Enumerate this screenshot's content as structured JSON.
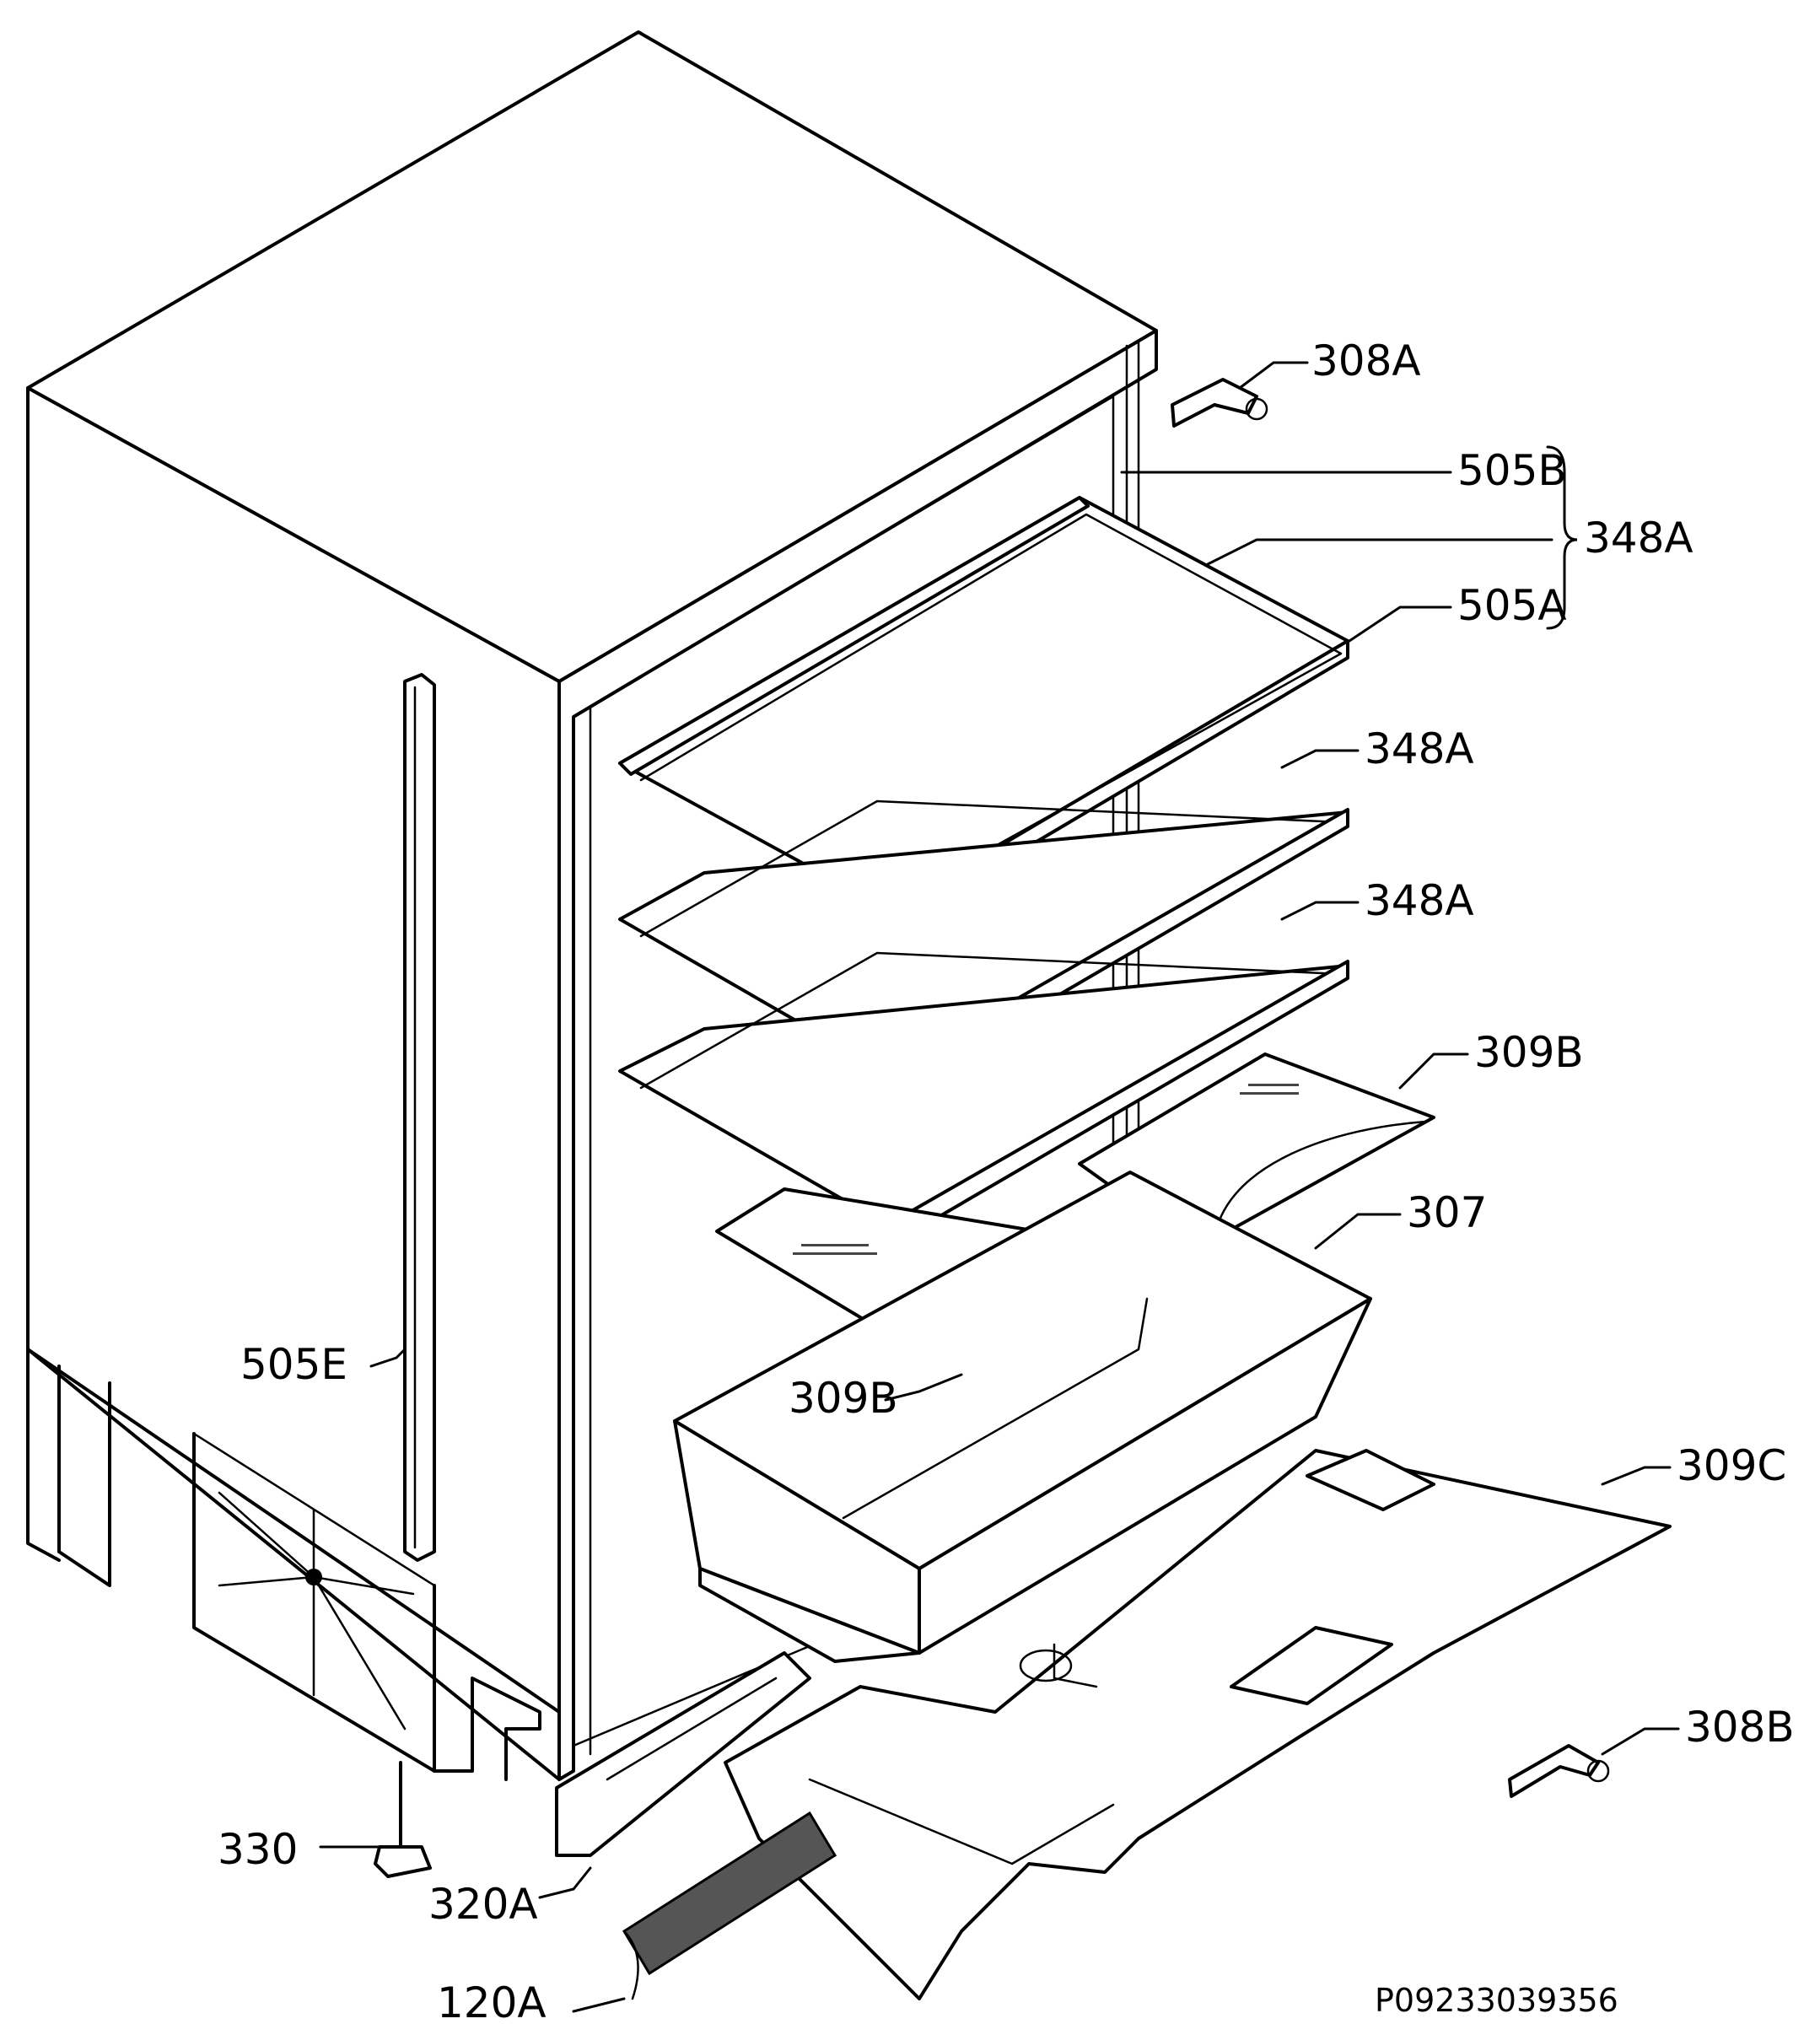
{
  "labels": {
    "l308a": "308A",
    "l505b": "505B",
    "l348a_top": "348A",
    "l505a": "505A",
    "l348a_2": "348A",
    "l348a_3": "348A",
    "l309b_right": "309B",
    "l307": "307",
    "l309b_left": "309B",
    "l505e": "505E",
    "l309c": "309C",
    "l308b": "308B",
    "l330": "330",
    "l320a": "320A",
    "l120a": "120A"
  },
  "drawing_code": "P09233039356"
}
